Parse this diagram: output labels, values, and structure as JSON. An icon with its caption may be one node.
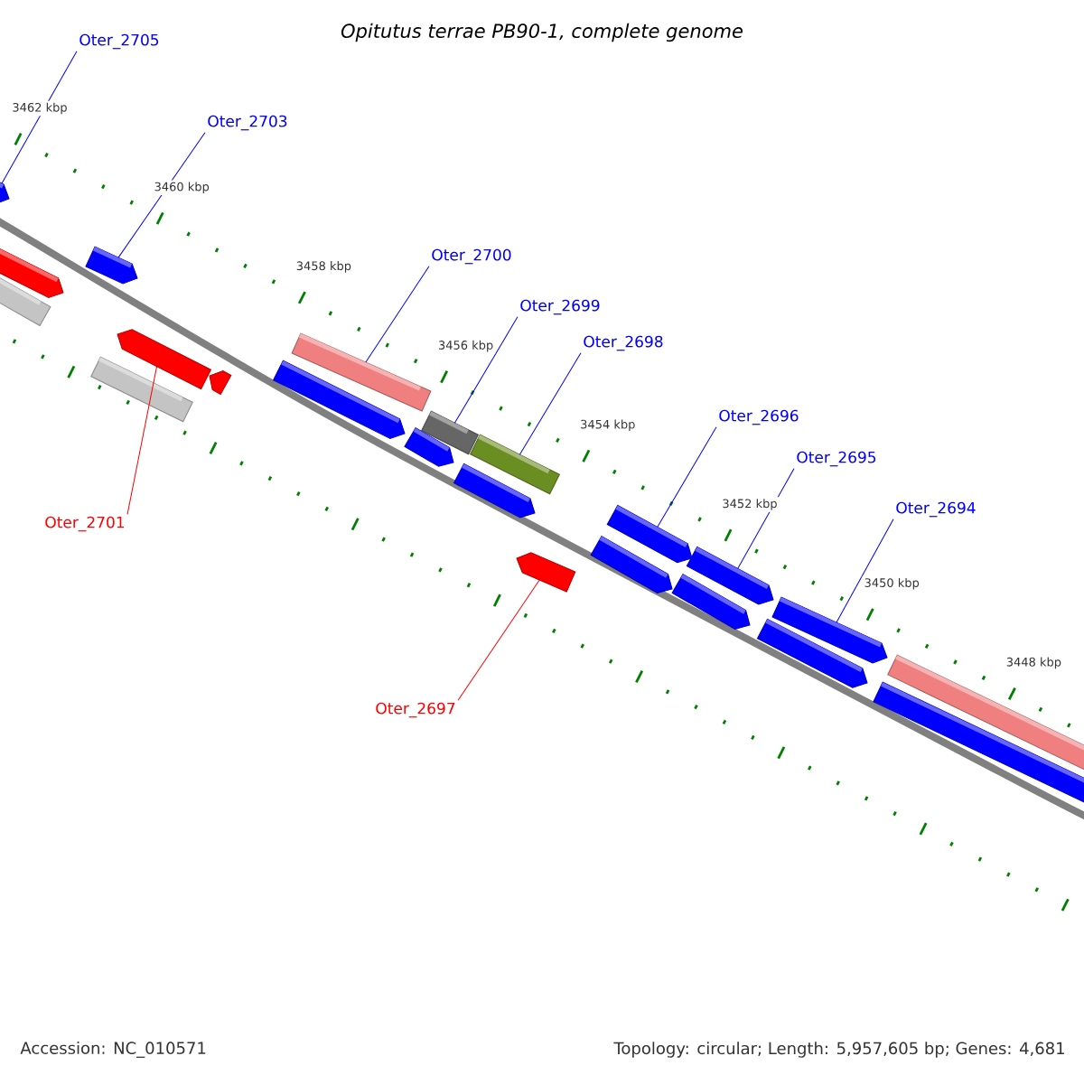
{
  "diagram": {
    "title": "Opitutus terrae PB90-1, complete genome",
    "nodes": [
      {
        "text": [
          "Oter_2705"
        ]
      },
      {
        "text": [
          "Oter_2703"
        ]
      },
      {
        "text": [
          "Oter_2700"
        ]
      },
      {
        "text": [
          "Oter_2699"
        ]
      },
      {
        "text": [
          "Oter_2698"
        ]
      },
      {
        "text": [
          "Oter_2696"
        ]
      },
      {
        "text": [
          "Oter_2695"
        ]
      },
      {
        "text": [
          "Oter_2701"
        ]
      },
      {
        "text": [
          "Oter_2694"
        ]
      },
      {
        "text": [
          "Oter_2697"
        ]
      },
      {
        "text": [],
        "shape": "pentagon"
      },
      {
        "text": [],
        "shape": "pentagon"
      },
      {
        "text": [],
        "shape": "bar"
      },
      {
        "text": [],
        "shape": "pentagon"
      },
      {
        "text": [],
        "shape": "bar"
      },
      {
        "text": [],
        "shape": "pentagon"
      },
      {
        "text": [],
        "shape": "pentagon"
      },
      {
        "text": [],
        "shape": "pentagon"
      },
      {
        "text": [],
        "shape": "bar"
      },
      {
        "text": [],
        "shape": "pentagon"
      },
      {
        "text": [],
        "shape": "bar"
      },
      {
        "text": [],
        "shape": "pentagon"
      },
      {
        "text": [],
        "shape": "bar"
      },
      {
        "text": [],
        "shape": "pentagon"
      },
      {
        "text": [],
        "shape": "pentagon"
      },
      {
        "text": [],
        "shape": "pentagon"
      },
      {
        "text": [],
        "shape": "pentagon"
      },
      {
        "text": [],
        "shape": "pentagon"
      },
      {
        "text": [],
        "shape": "pentagon"
      },
      {
        "text": [],
        "shape": "pentagon"
      },
      {
        "text": [],
        "shape": "pentagon"
      },
      {
        "text": [],
        "shape": "bar"
      }
    ],
    "edges": [
      {
        "from": 0,
        "to": 10,
        "arrow": "none"
      },
      {
        "from": 1,
        "to": 13,
        "arrow": "none"
      },
      {
        "from": 2,
        "to": 18,
        "arrow": "none"
      },
      {
        "from": 3,
        "to": 20,
        "arrow": "none"
      },
      {
        "from": 4,
        "to": 22,
        "arrow": "none"
      },
      {
        "from": 5,
        "to": 25,
        "arrow": "none"
      },
      {
        "from": 6,
        "to": 27,
        "arrow": "none"
      },
      {
        "from": 7,
        "to": 15,
        "arrow": "none",
        "color": "#ff0000"
      },
      {
        "from": 8,
        "to": 29,
        "arrow": "none"
      },
      {
        "from": 9,
        "to": 23,
        "arrow": "none",
        "color": "#ff0000"
      }
    ],
    "labels": [
      "3462 kbp",
      "3460 kbp",
      "3458 kbp",
      "3456 kbp",
      "3454 kbp",
      "3452 kbp",
      "3450 kbp",
      "3448 kbp",
      "Accession: NC_010571",
      "Topology: circular; Length: 5,957,605 bp; Genes: 4,681"
    ]
  }
}
